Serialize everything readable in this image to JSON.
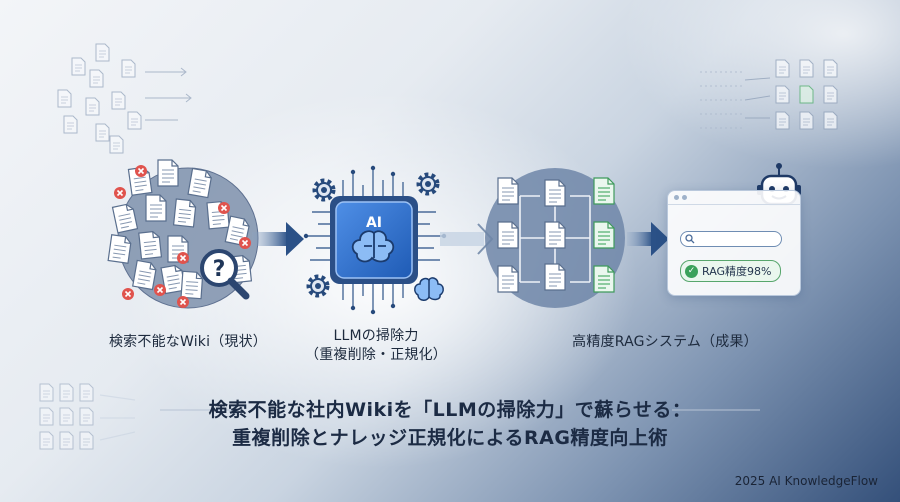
{
  "chip": {
    "text": "AI"
  },
  "badge": {
    "text": "RAG精度98%"
  },
  "labels": {
    "current": "検索不能なWiki（現状）",
    "process_line1": "LLMの掃除力",
    "process_line2": "（重複削除・正規化）",
    "result": "高精度RAGシステム（成果）"
  },
  "title": {
    "line1": "検索不能な社内Wikiを「LLMの掃除力」で蘇らせる：",
    "line2": "重複削除とナレッジ正規化によるRAG精度向上術"
  },
  "footer": "2025 AI KnowledgeFlow",
  "colors": {
    "navy": "#1c2b44",
    "blue": "#2f66b3",
    "green": "#3aa15a",
    "red": "#e0534d"
  }
}
